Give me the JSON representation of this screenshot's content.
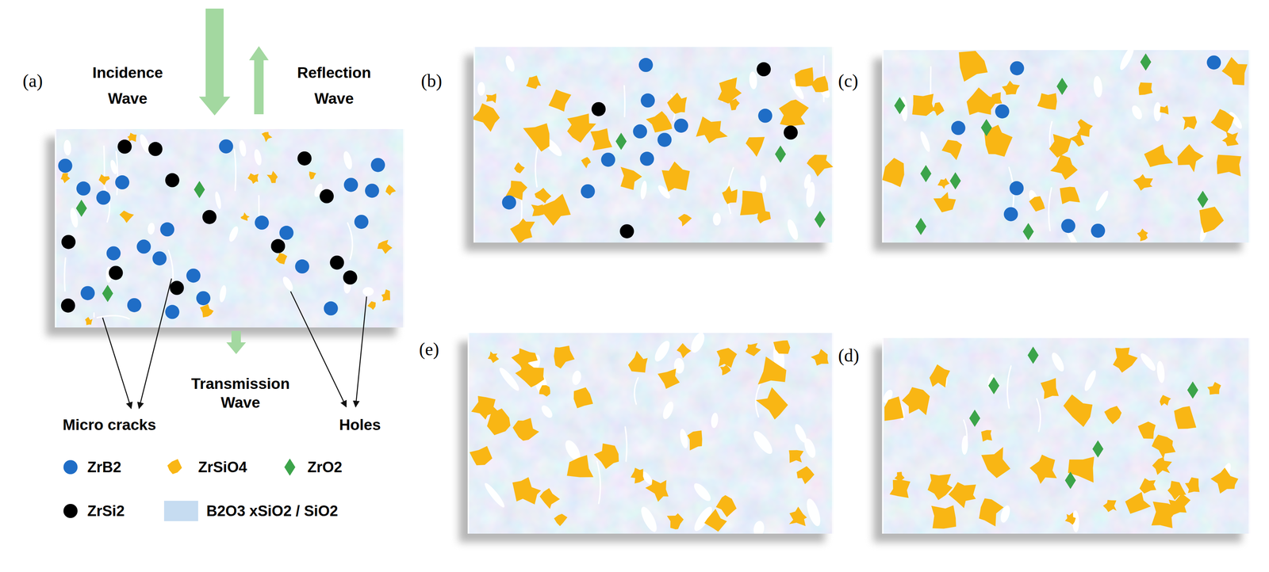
{
  "diagram": {
    "labels": [
      "(a)",
      "Incidence Wave",
      "Reflection Wave",
      "Transmission Wave",
      "Micro cracks",
      "Holes",
      "(b)",
      "(c)",
      "(e)",
      "(d)"
    ],
    "legend": [
      {
        "text": "ZrB2",
        "color": "#1f6dc6"
      },
      {
        "text": "ZrSiO4",
        "color": "#f9b614"
      },
      {
        "text": "ZrO2",
        "color": "#3ca44a"
      },
      {
        "text": "ZrSi2",
        "color": "#000000"
      },
      {
        "text": "B2O3 xSiO2 / SiO2",
        "color": "#c6dcf1"
      }
    ]
  }
}
